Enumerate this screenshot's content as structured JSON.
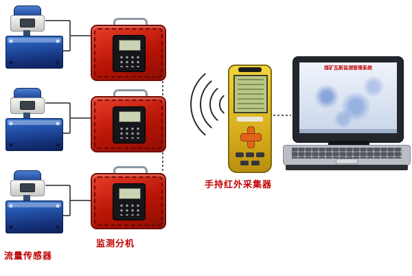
{
  "labels": {
    "flow_sensor": "流量传感器",
    "monitor_unit": "监测分机",
    "handheld_collector": "手持红外采集器"
  },
  "laptop": {
    "screen_title": "煤矿瓦斯监测管理系统"
  },
  "components": {
    "flow_sensor_count": 3,
    "monitor_unit_count": 3,
    "wireless_link": "infrared-wireless-signal",
    "pc": "laptop-management-station"
  },
  "colors": {
    "label_red": "#c00000",
    "monitor_box_red": "#b81405",
    "sensor_tank_blue": "#16337e",
    "transmitter_cap_blue": "#1b3f8f",
    "handheld_yellow": "#d6ac1c",
    "lcd_green": "#b9c784",
    "laptop_bezel": "#23262c",
    "laptop_base_silver": "#b9bdc4"
  }
}
